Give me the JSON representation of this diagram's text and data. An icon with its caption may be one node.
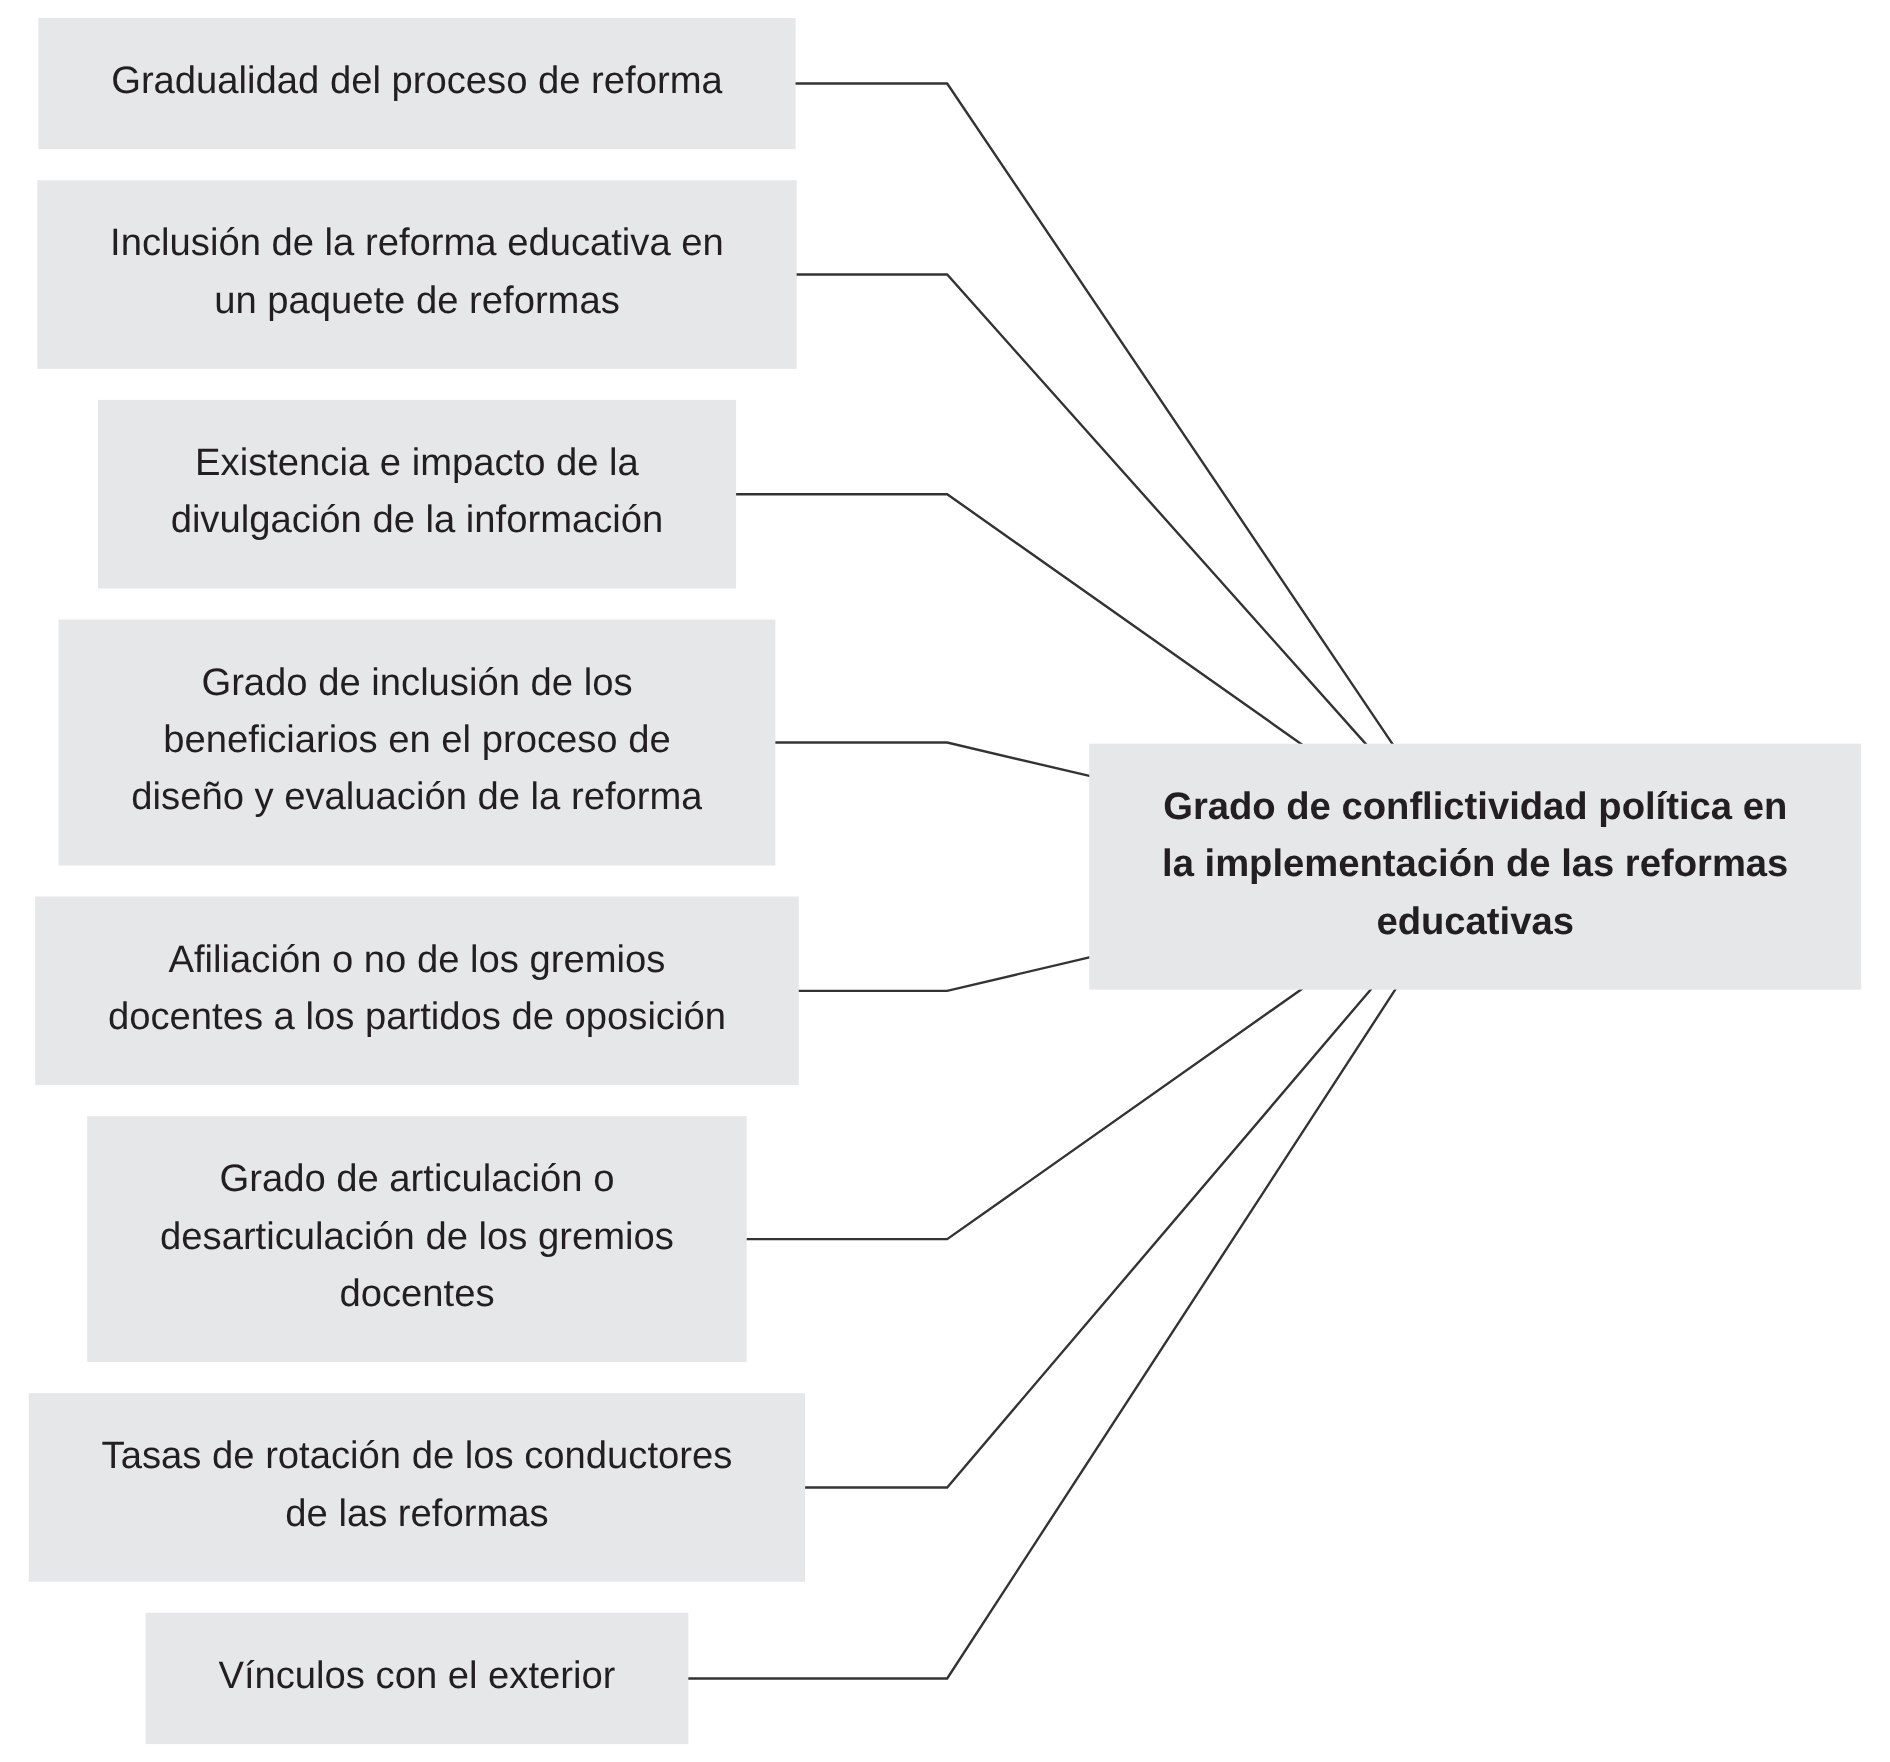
{
  "diagram": {
    "nodes": [
      {
        "text": [
          "Gradualidad del proceso de reforma"
        ]
      },
      {
        "text": [
          "Inclusión de la reforma educativa en un paquete de reformas"
        ]
      },
      {
        "text": [
          "Existencia e impacto de la divulgación de la información"
        ]
      },
      {
        "text": [
          "Grado de inclusión de los beneficiarios en el proceso de diseño y evaluación de la reforma"
        ]
      },
      {
        "text": [
          "Afiliación o no de los gremios docentes a los partidos de oposición"
        ]
      },
      {
        "text": [
          "Grado de articulación o desarticulación de los gremios docentes"
        ]
      },
      {
        "text": [
          "Tasas de rotación de los conductores de las reformas"
        ]
      },
      {
        "text": [
          "Vínculos con el exterior"
        ]
      },
      {
        "text": [
          "Grado de conflictividad política en la implementación de las reformas educativas"
        ]
      }
    ],
    "edges": [
      {
        "from": 0,
        "to": 8,
        "arrow": "none"
      },
      {
        "from": 1,
        "to": 8,
        "arrow": "none"
      },
      {
        "from": 2,
        "to": 8,
        "arrow": "none"
      },
      {
        "from": 3,
        "to": 8,
        "arrow": "none"
      },
      {
        "from": 4,
        "to": 8,
        "arrow": "none"
      },
      {
        "from": 5,
        "to": 8,
        "arrow": "none"
      },
      {
        "from": 6,
        "to": 8,
        "arrow": "none"
      },
      {
        "from": 7,
        "to": 8,
        "arrow": "none"
      }
    ]
  }
}
